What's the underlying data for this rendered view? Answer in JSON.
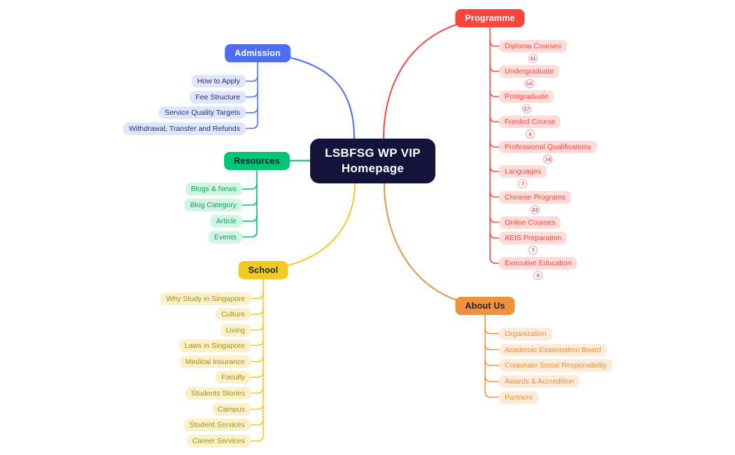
{
  "center": {
    "title_line1": "LSBFSG WP VIP",
    "title_line2": "Homepage",
    "bg": "#12123a",
    "text": "#ffffff"
  },
  "badge": {
    "border": "#f99a93",
    "text": "#f8463f"
  },
  "branches": [
    {
      "id": "admission",
      "label": "Admission",
      "colors": {
        "node_bg": "#4c6ef5",
        "node_text": "#ffffff",
        "line": "#4c6ef5",
        "child_bg": "#dfe6fb",
        "child_text": "#23306b"
      },
      "children": [
        {
          "label": "How to Apply"
        },
        {
          "label": "Fee Structure"
        },
        {
          "label": "Service Quality Targets"
        },
        {
          "label": "Withdrawal, Transfer and Refunds"
        }
      ]
    },
    {
      "id": "resources",
      "label": "Resources",
      "colors": {
        "node_bg": "#00c573",
        "node_text": "#0f1a3c",
        "line": "#00bd6e",
        "child_bg": "#d2f4e3",
        "child_text": "#0ba163"
      },
      "children": [
        {
          "label": "Blogs & News"
        },
        {
          "label": "Blog Category"
        },
        {
          "label": "Article"
        },
        {
          "label": "Events"
        }
      ]
    },
    {
      "id": "school",
      "label": "School",
      "colors": {
        "node_bg": "#f1ca20",
        "node_text": "#20222e",
        "line": "#f1ca20",
        "child_bg": "#faf1ca",
        "child_text": "#a28f0e"
      },
      "children": [
        {
          "label": "Why Study in Singapore"
        },
        {
          "label": "Culture"
        },
        {
          "label": "Living"
        },
        {
          "label": "Laws in Singapore"
        },
        {
          "label": "Medical Insurance"
        },
        {
          "label": "Faculty"
        },
        {
          "label": "Students Stories"
        },
        {
          "label": "Campus"
        },
        {
          "label": "Student Services"
        },
        {
          "label": "Career Services"
        }
      ]
    },
    {
      "id": "programme",
      "label": "Programme",
      "colors": {
        "node_bg": "#f8463f",
        "node_text": "#ffffff",
        "line": "#f8463f",
        "child_bg": "#fedcd9",
        "child_text": "#f8463f"
      },
      "children": [
        {
          "label": "Diploma Courses",
          "count": "31"
        },
        {
          "label": "Undergraduate",
          "count": "14"
        },
        {
          "label": "Postgraduate",
          "count": "17"
        },
        {
          "label": "Funded Course",
          "count": "4"
        },
        {
          "label": "Professional Qualifications",
          "count": "14"
        },
        {
          "label": "Languages",
          "count": "7"
        },
        {
          "label": "Chinese Programs",
          "count": "22"
        },
        {
          "label": "Online Courses"
        },
        {
          "label": "AEIS Preparation",
          "count": "7"
        },
        {
          "label": "Executive Education",
          "count": "8"
        }
      ]
    },
    {
      "id": "about-us",
      "label": "About Us",
      "colors": {
        "node_bg": "#f0913c",
        "node_text": "#22253a",
        "line": "#f0913c",
        "child_bg": "#fdebd9",
        "child_text": "#ee8c34"
      },
      "children": [
        {
          "label": "Organization"
        },
        {
          "label": "Academic Examination Board"
        },
        {
          "label": "Corporate Social Responsibility"
        },
        {
          "label": "Awards & Accredition"
        },
        {
          "label": "Partners"
        }
      ]
    }
  ]
}
